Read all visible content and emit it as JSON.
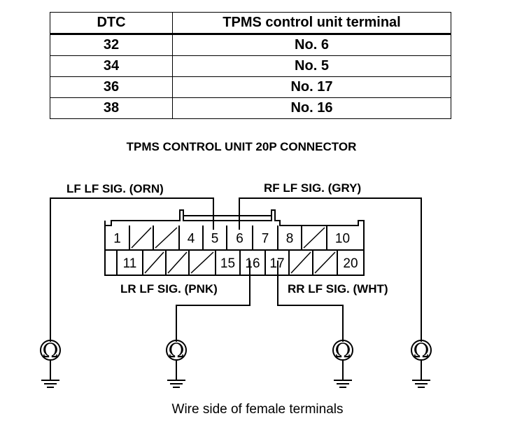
{
  "table": {
    "headers": [
      "DTC",
      "TPMS control unit terminal"
    ],
    "rows": [
      [
        "32",
        "No. 6"
      ],
      [
        "34",
        "No. 5"
      ],
      [
        "36",
        "No. 17"
      ],
      [
        "38",
        "No. 16"
      ]
    ]
  },
  "connector": {
    "title": "TPMS CONTROL UNIT 20P CONNECTOR",
    "top_row": [
      "1",
      "",
      "",
      "4",
      "5",
      "6",
      "7",
      "8",
      "",
      "10"
    ],
    "bottom_row": [
      "11",
      "",
      "",
      "",
      "15",
      "16",
      "17",
      "",
      "",
      "20"
    ]
  },
  "labels": {
    "lf": "LF LF SIG. (ORN)",
    "rf": "RF LF SIG. (GRY)",
    "lr": "LR LF SIG. (PNK)",
    "rr": "RR LF SIG. (WHT)"
  },
  "meters": [
    "ohm-meter",
    "ohm-meter",
    "ohm-meter",
    "ohm-meter"
  ],
  "meter_symbol": "Ω",
  "caption": "Wire side of female terminals"
}
